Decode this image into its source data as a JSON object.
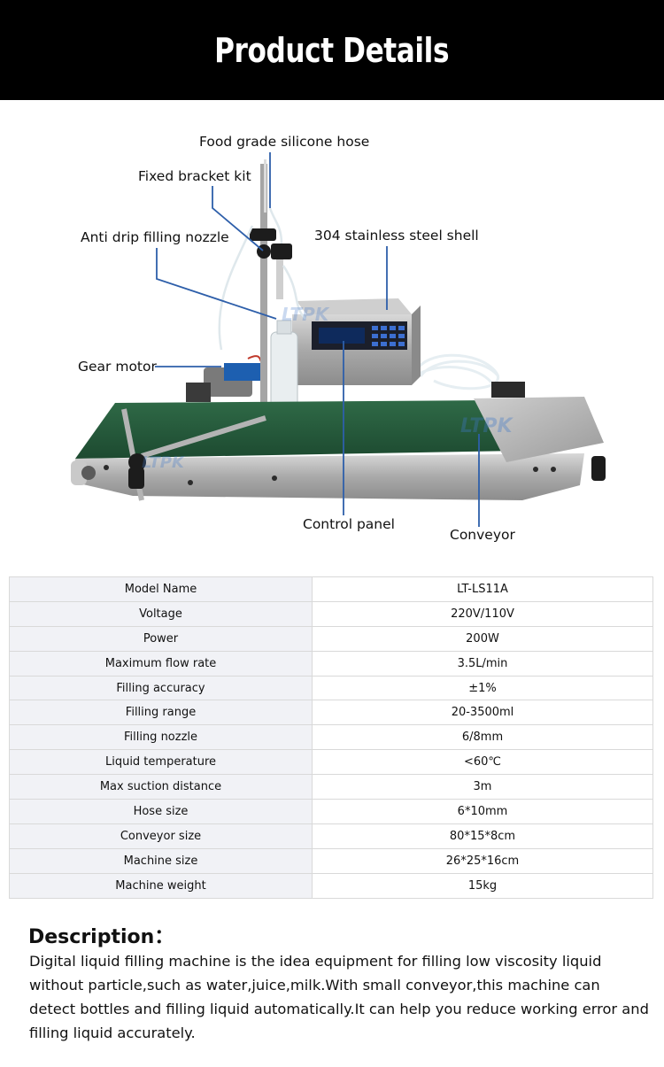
{
  "header": {
    "title": "Product Details"
  },
  "figure": {
    "watermark": "LTPK",
    "callouts": {
      "hose": "Food grade silicone hose",
      "bracket": "Fixed bracket kit",
      "nozzle": "Anti drip filling nozzle",
      "shell": "304 stainless steel shell",
      "motor": "Gear motor",
      "panel": "Control panel",
      "conveyor": "Conveyor"
    }
  },
  "specs": {
    "rows": [
      {
        "name": "Model Name",
        "value": "LT-LS11A"
      },
      {
        "name": "Voltage",
        "value": "220V/110V"
      },
      {
        "name": "Power",
        "value": "200W"
      },
      {
        "name": "Maximum flow rate",
        "value": "3.5L/min"
      },
      {
        "name": "Filling accuracy",
        "value": "±1%"
      },
      {
        "name": "Filling range",
        "value": "20-3500ml"
      },
      {
        "name": "Filling nozzle",
        "value": "6/8mm"
      },
      {
        "name": "Liquid temperature",
        "value": "<60℃"
      },
      {
        "name": "Max suction distance",
        "value": "3m"
      },
      {
        "name": "Hose size",
        "value": "6*10mm"
      },
      {
        "name": "Conveyor size",
        "value": "80*15*8cm"
      },
      {
        "name": "Machine size",
        "value": "26*25*16cm"
      },
      {
        "name": "Machine weight",
        "value": "15kg"
      }
    ]
  },
  "description": {
    "title": "Description：",
    "text": "Digital liquid filling machine is the idea equipment for filling low viscosity liquid without particle,such as water,juice,milk.With small conveyor,this machine can detect bottles and filling liquid automatically.It can help you reduce working error and filling liquid accurately."
  }
}
